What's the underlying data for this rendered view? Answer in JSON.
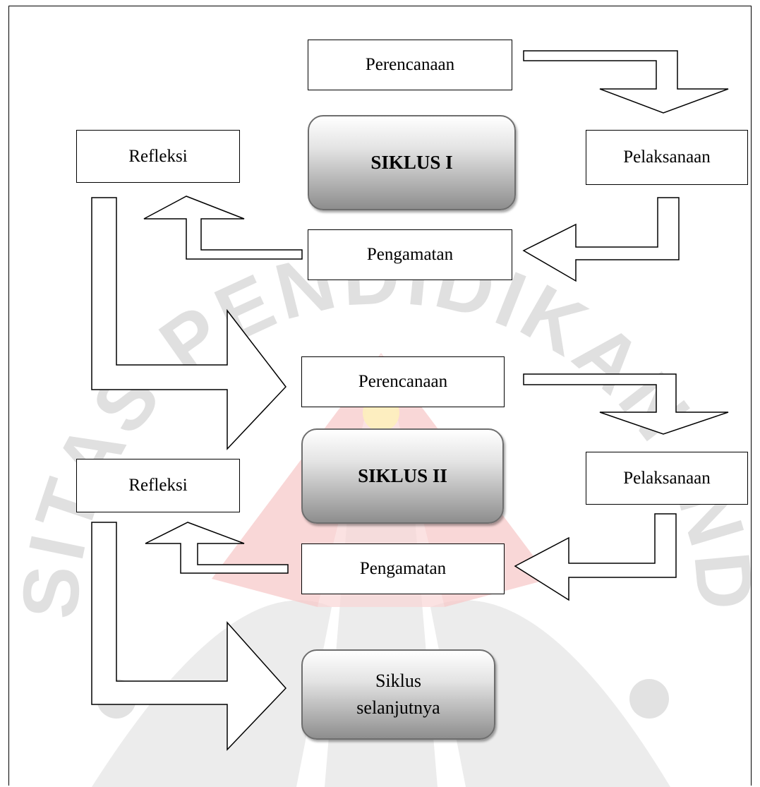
{
  "watermark": {
    "arc_text": "UNIVERSITAS PENDIDIKAN INDONESIA",
    "colors": {
      "gray": "#d9d9d9",
      "red": "#f7c9c9",
      "yellow": "#fdf3c4"
    }
  },
  "cycle1": {
    "title": "SIKLUS  I",
    "perencanaan": "Perencanaan",
    "pelaksanaan": "Pelaksanaan",
    "pengamatan": "Pengamatan",
    "refleksi": "Refleksi"
  },
  "cycle2": {
    "title": "SIKLUS  II",
    "perencanaan": "Perencanaan",
    "pelaksanaan": "Pelaksanaan",
    "pengamatan": "Pengamatan",
    "refleksi": "Refleksi"
  },
  "next_cycle": {
    "label": "Siklus\nselanjutnya"
  }
}
